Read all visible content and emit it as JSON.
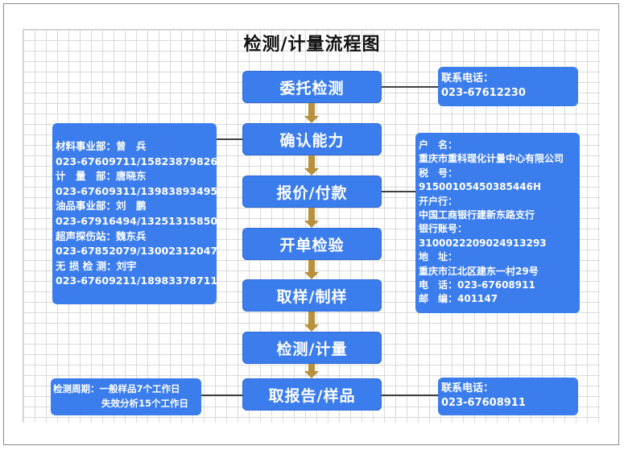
{
  "title": "检测/计量流程图",
  "steps": [
    "委托检测",
    "确认能力",
    "报价/付款",
    "开单检验",
    "取样/制样",
    "检测/计量",
    "取报告/样品"
  ],
  "contact_top": {
    "label": "联系电话：",
    "phone": "023-67612230"
  },
  "departments": [
    "材料事业部：曾　兵",
    "023-67609711/15823879826",
    "计　量　部：唐晓东",
    "023-67609311/13983893495",
    "油品事业部：刘　鹏",
    "023-67916494/13251315850",
    "超声探伤站：魏东兵",
    "023-67852079/13002312047",
    "无 损 检 测：刘宇",
    "023-67609211/18983378711"
  ],
  "bank_info": [
    "户　名：",
    "重庆市重科理化计量中心有限公司",
    "税　号：",
    "91500105450385446H",
    "开户行：",
    "中国工商银行建新东路支行",
    "银行账号：",
    "3100022209024913293",
    "地　址：",
    "重庆市江北区建东一村29号",
    "电　话：023-67608911",
    "邮　编：401147"
  ],
  "cycle": {
    "line1": "检测周期：一般样品7个工作日",
    "line2": "失效分析15个工作日"
  },
  "contact_bottom": {
    "label": "联系电话：",
    "phone": "023-67608911"
  },
  "colors": {
    "box_fill": "#3b7ded",
    "arrow": "#b8913a",
    "connector": "#404040",
    "grid": "#d9d9d9"
  }
}
